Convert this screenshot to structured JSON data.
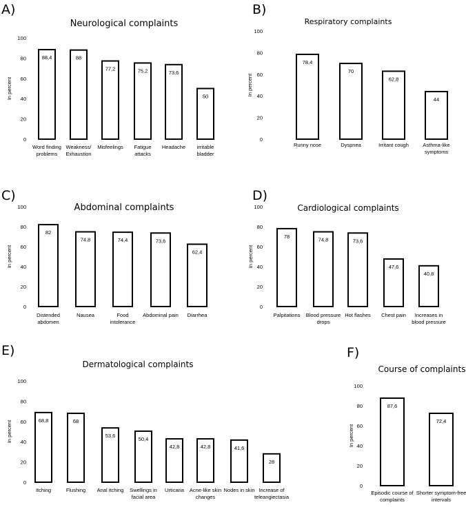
{
  "chart_data": [
    {
      "type": "bar",
      "panel": "A)",
      "title": "Neurological complaints",
      "ylabel": "In percent",
      "ylim": [
        0,
        100
      ],
      "yticks": [
        "0",
        "20",
        "40",
        "60",
        "80",
        "100"
      ],
      "categories": [
        [
          "Word finding",
          "problems"
        ],
        [
          "Weakness/",
          "Exhaustion"
        ],
        [
          "Misfeelings"
        ],
        [
          "Fatigue",
          "attacks"
        ],
        [
          "Headache"
        ],
        [
          "irritable",
          "bladder"
        ]
      ],
      "values": [
        88.4,
        88,
        77.2,
        75.2,
        73.6,
        50
      ],
      "labels": [
        "88,4",
        "88",
        "77,2",
        "75,2",
        "73,6",
        "50"
      ]
    },
    {
      "type": "bar",
      "panel": "B)",
      "title": "Respiratory complaints",
      "ylabel": "In percent",
      "ylim": [
        0,
        100
      ],
      "yticks": [
        "0",
        "20",
        "40",
        "60",
        "80",
        "100"
      ],
      "categories": [
        [
          "Runny nose"
        ],
        [
          "Dyspnea"
        ],
        [
          "Irritant cough"
        ],
        [
          "Asthma-like",
          "symptoms"
        ]
      ],
      "values": [
        78.4,
        70,
        62.8,
        44
      ],
      "labels": [
        "78,4",
        "70",
        "62,8",
        "44"
      ]
    },
    {
      "type": "bar",
      "panel": "C)",
      "title": "Abdominal complaints",
      "ylabel": "In percent",
      "ylim": [
        0,
        100
      ],
      "yticks": [
        "0",
        "20",
        "40",
        "60",
        "80",
        "100"
      ],
      "categories": [
        [
          "Distended",
          "abdomen"
        ],
        [
          "Nausea"
        ],
        [
          "Food",
          "intolerance"
        ],
        [
          "Abdominal pain"
        ],
        [
          "Diarrhea"
        ]
      ],
      "values": [
        82,
        74.8,
        74.4,
        73.6,
        62.4
      ],
      "labels": [
        "82",
        "74,8",
        "74,4",
        "73,6",
        "62,4"
      ]
    },
    {
      "type": "bar",
      "panel": "D)",
      "title": "Cardiological complaints",
      "ylabel": "In percent",
      "ylim": [
        0,
        100
      ],
      "yticks": [
        "0",
        "20",
        "40",
        "60",
        "80",
        "100"
      ],
      "categories": [
        [
          "Palpitations"
        ],
        [
          "Blood pressure",
          "drops"
        ],
        [
          "Hot flashes"
        ],
        [
          "Chest pain"
        ],
        [
          "Increases in",
          "blood pressure"
        ]
      ],
      "values": [
        78,
        74.8,
        73.6,
        47.6,
        40.8
      ],
      "labels": [
        "78",
        "74,8",
        "73,6",
        "47,6",
        "40,8"
      ]
    },
    {
      "type": "bar",
      "panel": "E)",
      "title": "Dermatological complaints",
      "ylabel": "In percent",
      "ylim": [
        0,
        100
      ],
      "yticks": [
        "0",
        "20",
        "40",
        "60",
        "80",
        "100"
      ],
      "categories": [
        [
          "Itching"
        ],
        [
          "Flushing"
        ],
        [
          "Anal itching"
        ],
        [
          "Swellings in",
          "facial area"
        ],
        [
          "Urticaria"
        ],
        [
          "Acne-like skin",
          "changes"
        ],
        [
          "Nodes in  skin"
        ],
        [
          "Increase of",
          "teleangiectasia"
        ]
      ],
      "values": [
        68.8,
        68,
        53.6,
        50.4,
        42.8,
        42.8,
        41.6,
        28
      ],
      "labels": [
        "68,8",
        "68",
        "53,6",
        "50,4",
        "42,8",
        "42,8",
        "41,6",
        "28"
      ]
    },
    {
      "type": "bar",
      "panel": "F)",
      "title": "Course of complaints",
      "ylabel": "In percent",
      "ylim": [
        0,
        100
      ],
      "yticks": [
        "0",
        "20",
        "40",
        "60",
        "80",
        "100"
      ],
      "categories": [
        [
          "Episodic course of",
          "complaints"
        ],
        [
          "Shorter symptom-free",
          "intervals"
        ]
      ],
      "values": [
        87.6,
        72.4
      ],
      "labels": [
        "87,6",
        "72,4"
      ]
    }
  ]
}
